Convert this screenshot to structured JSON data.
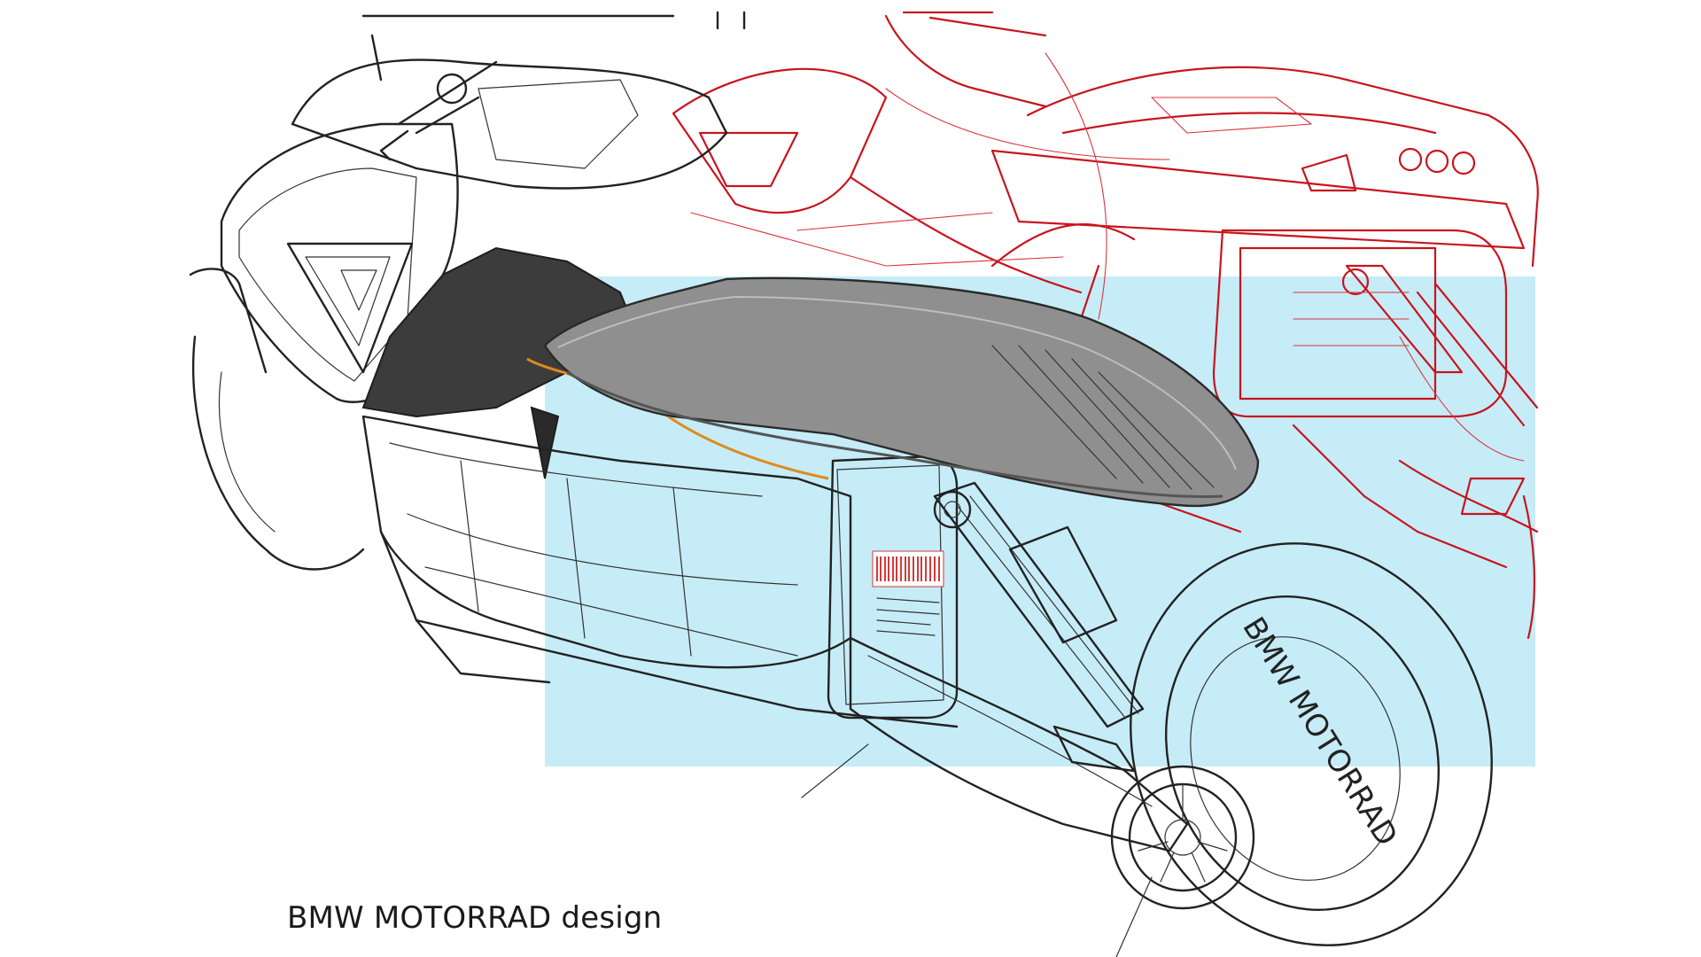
{
  "caption": "BMW MOTORRAD design",
  "tire_lettering": "BMW MOTORRAD",
  "colors": {
    "background": "#ffffff",
    "accent_panel": "#c6ecf7",
    "line_ink": "#222222",
    "ghost_sketch": "#c8141e",
    "seat_fill": "#8f8f8f",
    "floor_fill": "#3c3c3c",
    "charge_cable": "#e08a1e",
    "label_barcode": "#d23a3a"
  },
  "icons": [
    "scooter-sketch",
    "ghost-frame-sketch",
    "barcode-label"
  ]
}
